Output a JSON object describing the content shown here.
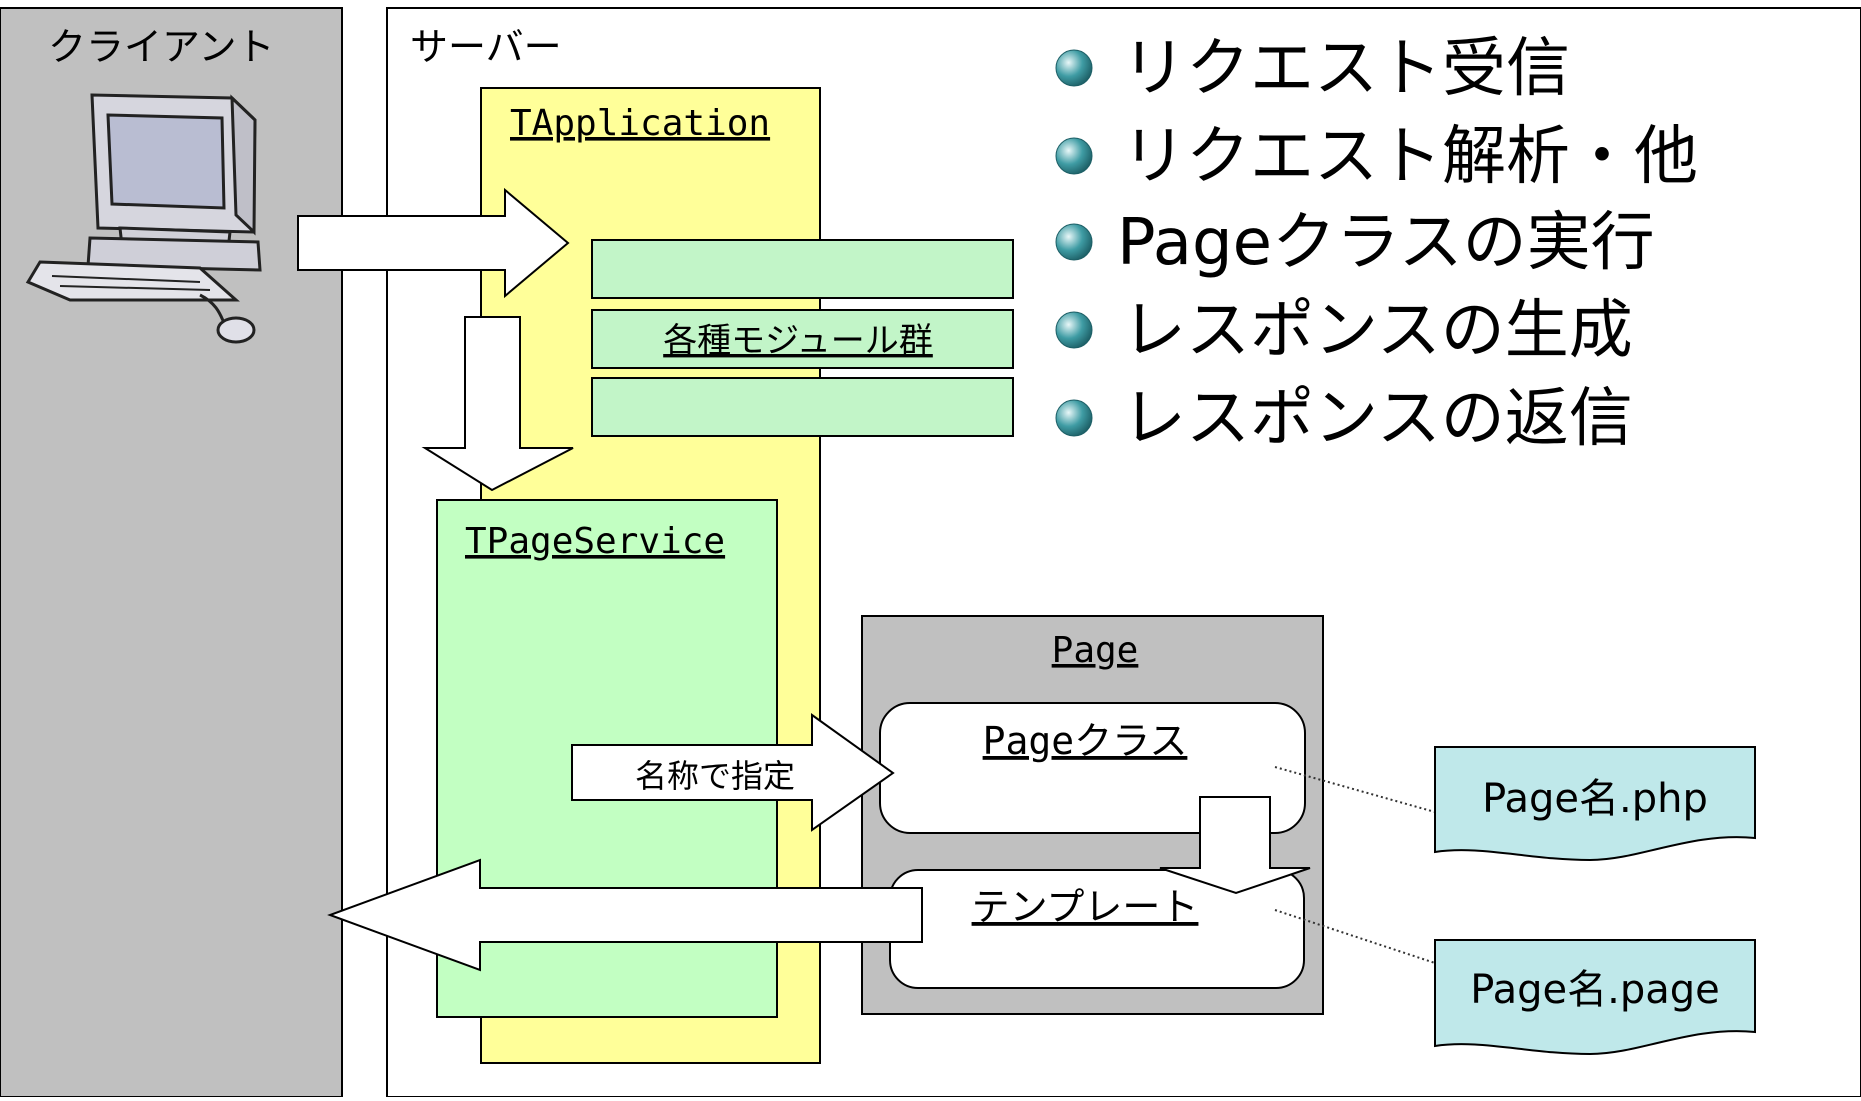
{
  "client": {
    "label": "クライアント"
  },
  "server": {
    "label": "サーバー"
  },
  "application": {
    "label": "TApplication"
  },
  "modules": {
    "label": "各種モジュール群"
  },
  "page_service": {
    "label": "TPageService"
  },
  "page": {
    "label": "Page"
  },
  "page_class": {
    "label": "Pageクラス"
  },
  "template": {
    "label": "テンプレート"
  },
  "specify_arrow": {
    "label": "名称で指定"
  },
  "files": {
    "php": "Page名.php",
    "page": "Page名.page"
  },
  "steps": [
    "リクエスト受信",
    "リクエスト解析・他",
    "Pageクラスの実行",
    "レスポンスの生成",
    "レスポンスの返信"
  ],
  "colors": {
    "client_panel": "#c0c0c0",
    "application_box": "#ffff99",
    "module_box": "#c2f5c8",
    "page_service_box": "#c2ffc2",
    "page_box": "#c0c0c0",
    "file_shape": "#bfe8ea",
    "bullet": "#2e7f86"
  }
}
